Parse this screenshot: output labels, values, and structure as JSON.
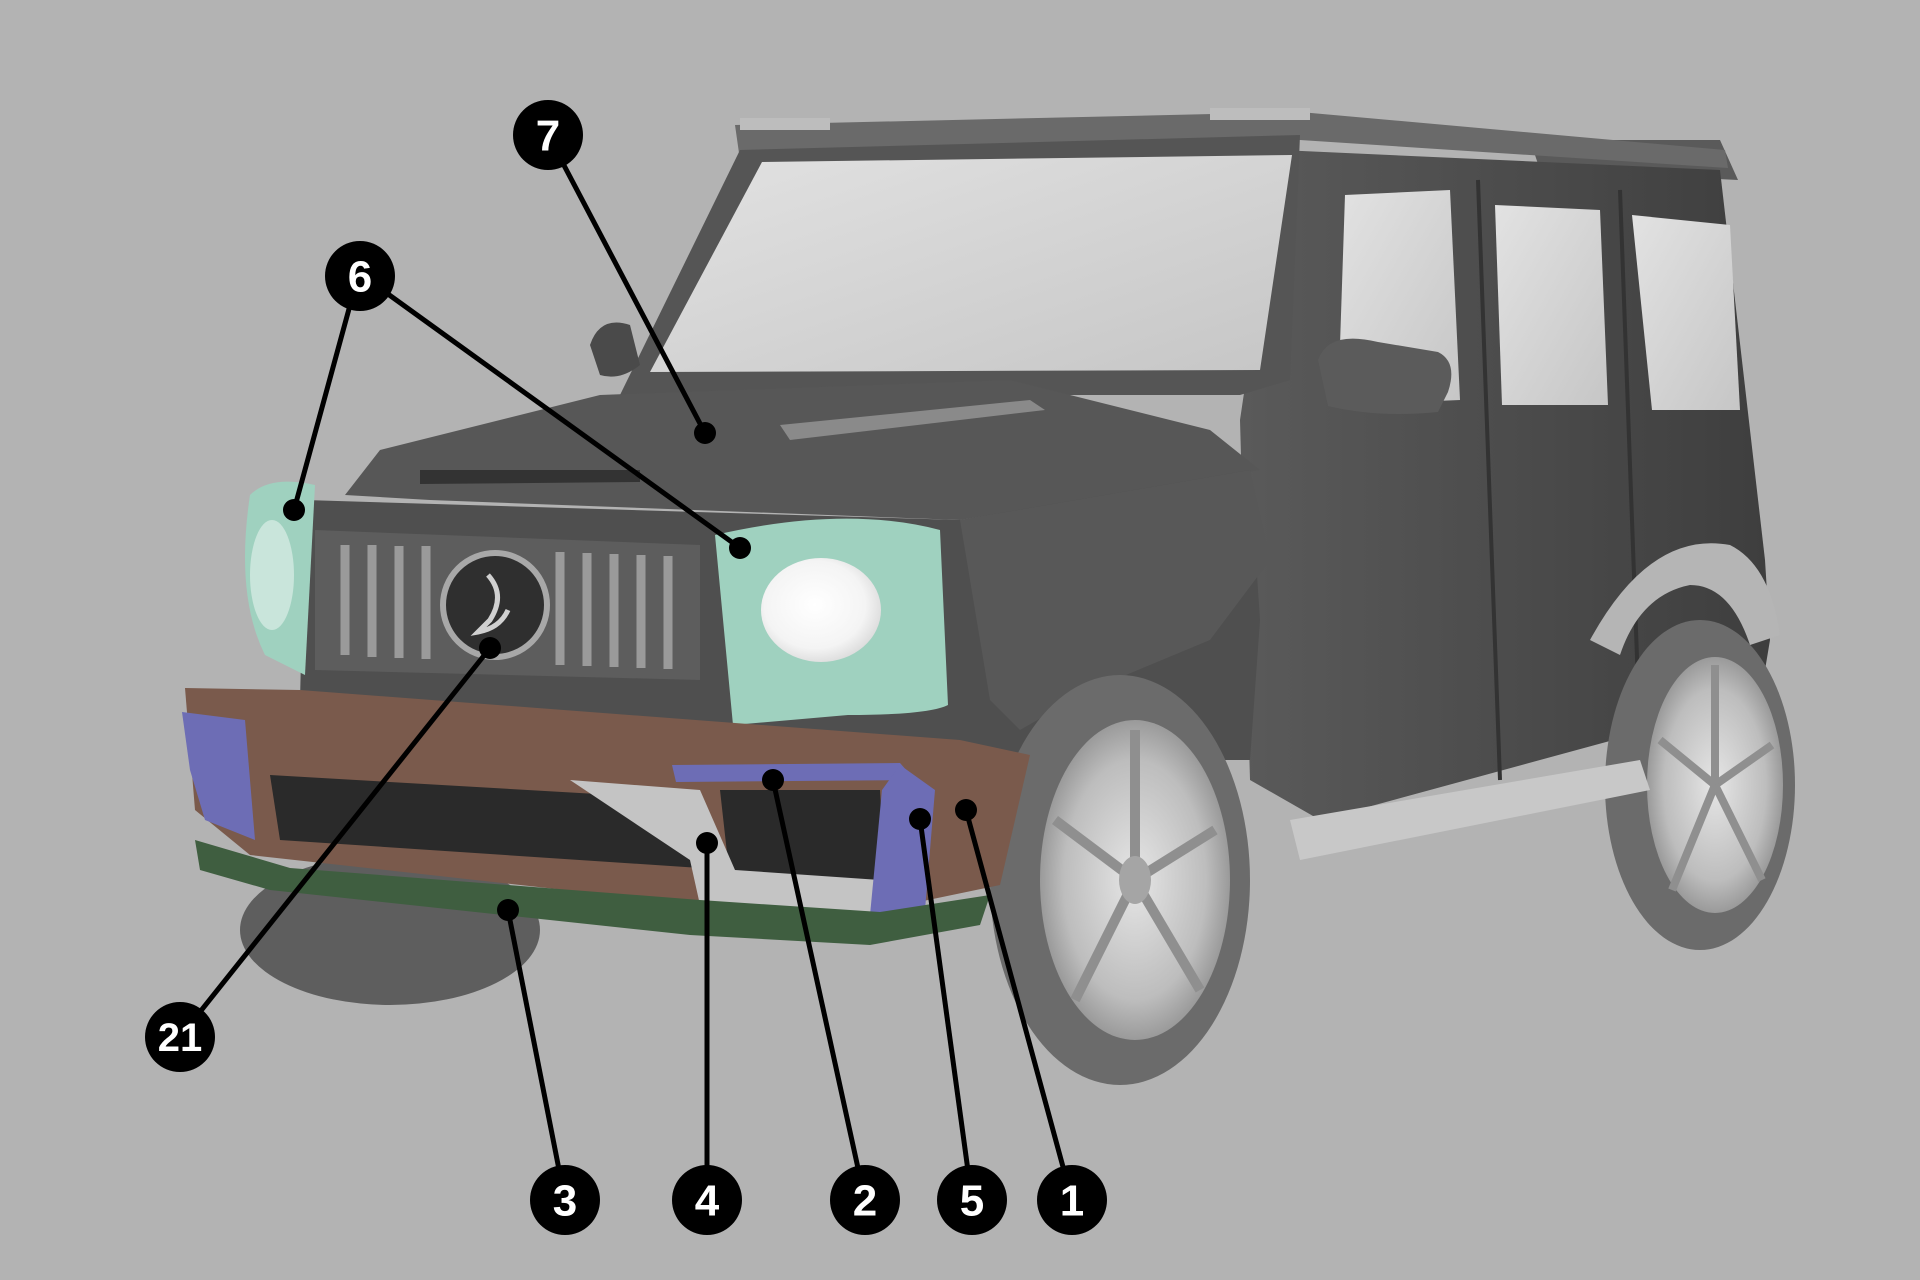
{
  "diagram": {
    "subject": "vehicle-body-kit-parts",
    "colors": {
      "background": "#b3b3b3",
      "body": "#4e4e4e",
      "body_dark": "#3a3a3a",
      "glass": "#d4d4d4",
      "headlight_housing": "#9fd1bf",
      "headlight_lens": "#ffffff",
      "bumper": "#7a5a4c",
      "splitter": "#3f5e40",
      "drl": "#6d6db5",
      "trim_silver": "#c4c4c4",
      "wheel_silver": "#cfcfcf",
      "tire": "#6e6e6e",
      "callout": "#000000"
    },
    "callouts": [
      {
        "id": "7",
        "label": "7"
      },
      {
        "id": "6",
        "label": "6"
      },
      {
        "id": "21",
        "label": "21"
      },
      {
        "id": "3",
        "label": "3"
      },
      {
        "id": "4",
        "label": "4"
      },
      {
        "id": "2",
        "label": "2"
      },
      {
        "id": "5",
        "label": "5"
      },
      {
        "id": "1",
        "label": "1"
      }
    ]
  }
}
